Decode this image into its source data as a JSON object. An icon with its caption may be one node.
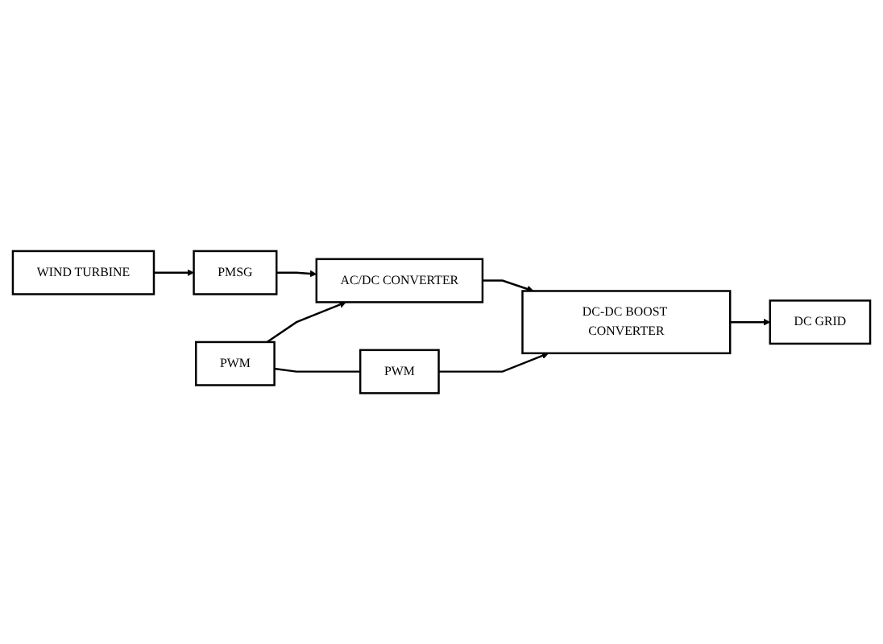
{
  "diagram": {
    "nodes": [
      {
        "text": [
          "WIND TURBINE"
        ]
      },
      {
        "text": [
          "PMSG"
        ]
      },
      {
        "text": [
          "AC/DC CONVERTER"
        ]
      },
      {
        "text": [
          "DC-DC BOOST CONVERTER"
        ]
      },
      {
        "text": [
          "DC GRID"
        ]
      },
      {
        "text": [
          "PWM"
        ]
      },
      {
        "text": [
          "PWM"
        ]
      }
    ],
    "edges": [
      {
        "from": 0,
        "to": 1,
        "arrow": "to"
      },
      {
        "from": 1,
        "to": 2,
        "arrow": "to"
      },
      {
        "from": 2,
        "to": 3,
        "arrow": "to"
      },
      {
        "from": 3,
        "to": 4,
        "arrow": "to"
      },
      {
        "from": 5,
        "to": 2,
        "arrow": "to"
      },
      {
        "from": 6,
        "to": 3,
        "arrow": "to"
      },
      {
        "from": 5,
        "to": 6,
        "arrow": "none"
      }
    ]
  }
}
